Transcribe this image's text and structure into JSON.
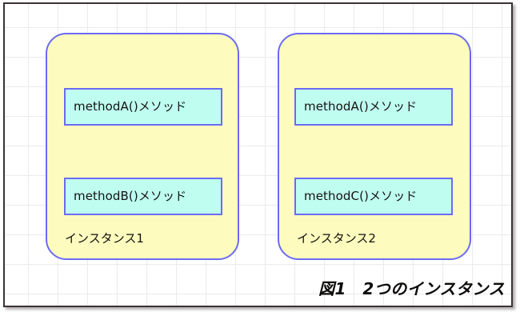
{
  "figure": {
    "caption": "図1　2つのインスタンス",
    "colors": {
      "frame_border": "#3b3235",
      "grid_line": "#eceaea",
      "instance_fill": "#fdfcbe",
      "method_fill": "#bffdf1",
      "shape_border": "#6b6bf2",
      "text": "#14120f",
      "background": "#ffffff"
    }
  },
  "instances": [
    {
      "name": "インスタンス1",
      "methods": [
        {
          "label": "methodA()メソッド"
        },
        {
          "label": "methodB()メソッド"
        }
      ]
    },
    {
      "name": "インスタンス2",
      "methods": [
        {
          "label": "methodA()メソッド"
        },
        {
          "label": "methodC()メソッド"
        }
      ]
    }
  ]
}
